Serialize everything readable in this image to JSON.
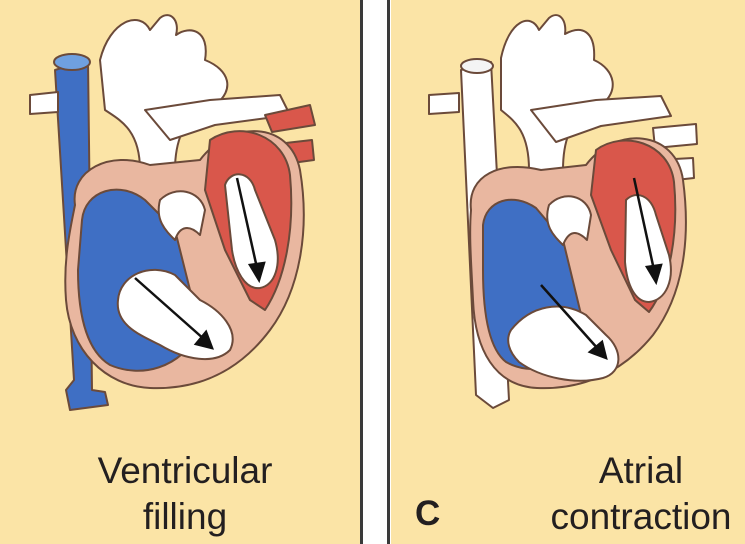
{
  "panels": [
    {
      "caption_line1": "Ventricular",
      "caption_line2": "filling",
      "letter": ""
    },
    {
      "caption_line1": "Atrial",
      "caption_line2": "contraction",
      "letter": "C"
    }
  ],
  "colors": {
    "background": "#fbe4a6",
    "deoxygenated": "#3f6fc4",
    "oxygenated": "#d9574b",
    "myocardium": "#e9b7a0",
    "vessel_white": "#ffffff",
    "outline": "#6b4a3a"
  }
}
